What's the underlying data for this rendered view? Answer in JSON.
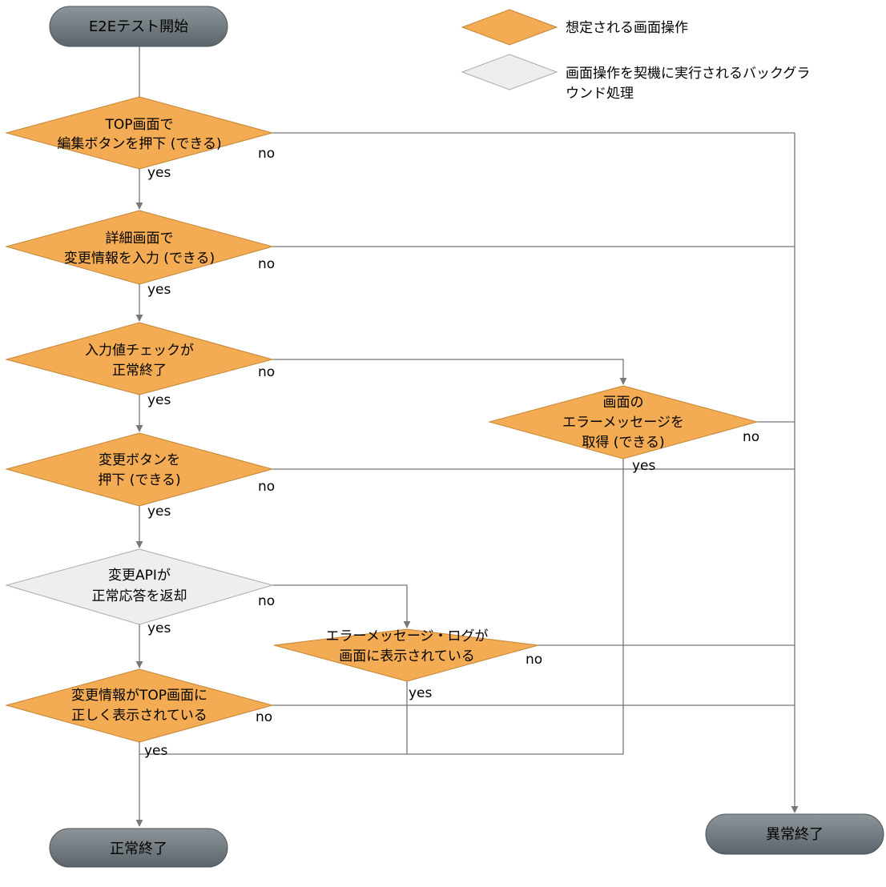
{
  "colors": {
    "operation": "#f3ac54",
    "background": "#eeeeee",
    "terminal_top": "#8d959a",
    "terminal_bottom": "#5b646a",
    "line": "#777777"
  },
  "legend": {
    "operation": "想定される画面操作",
    "background_line1": "画面操作を契機に実行されるバックグラ",
    "background_line2": "ウンド処理"
  },
  "terminals": {
    "start": "E2Eテスト開始",
    "normal_end": "正常終了",
    "abnormal_end": "異常終了"
  },
  "decisions": {
    "top_edit": {
      "line1": "TOP画面で",
      "line2": "編集ボタンを押下 (できる)",
      "kind": "operation"
    },
    "detail_input": {
      "line1": "詳細画面で",
      "line2": "変更情報を入力 (できる)",
      "kind": "operation"
    },
    "input_check": {
      "line1": "入力値チェックが",
      "line2": "正常終了",
      "kind": "operation"
    },
    "change_button": {
      "line1": "変更ボタンを",
      "line2": "押下 (できる)",
      "kind": "operation"
    },
    "change_api": {
      "line1": "変更APIが",
      "line2": "正常応答を返却",
      "kind": "background"
    },
    "top_display": {
      "line1": "変更情報がTOP画面に",
      "line2": "正しく表示されている",
      "kind": "operation"
    },
    "error_message": {
      "line1": "画面の",
      "line2": "エラーメッセージを",
      "line3": "取得 (できる)",
      "kind": "operation"
    },
    "error_log": {
      "line1": "エラーメッセージ・ログが",
      "line2": "画面に表示されている",
      "kind": "operation"
    }
  },
  "edge_labels": {
    "yes": "yes",
    "no": "no"
  }
}
